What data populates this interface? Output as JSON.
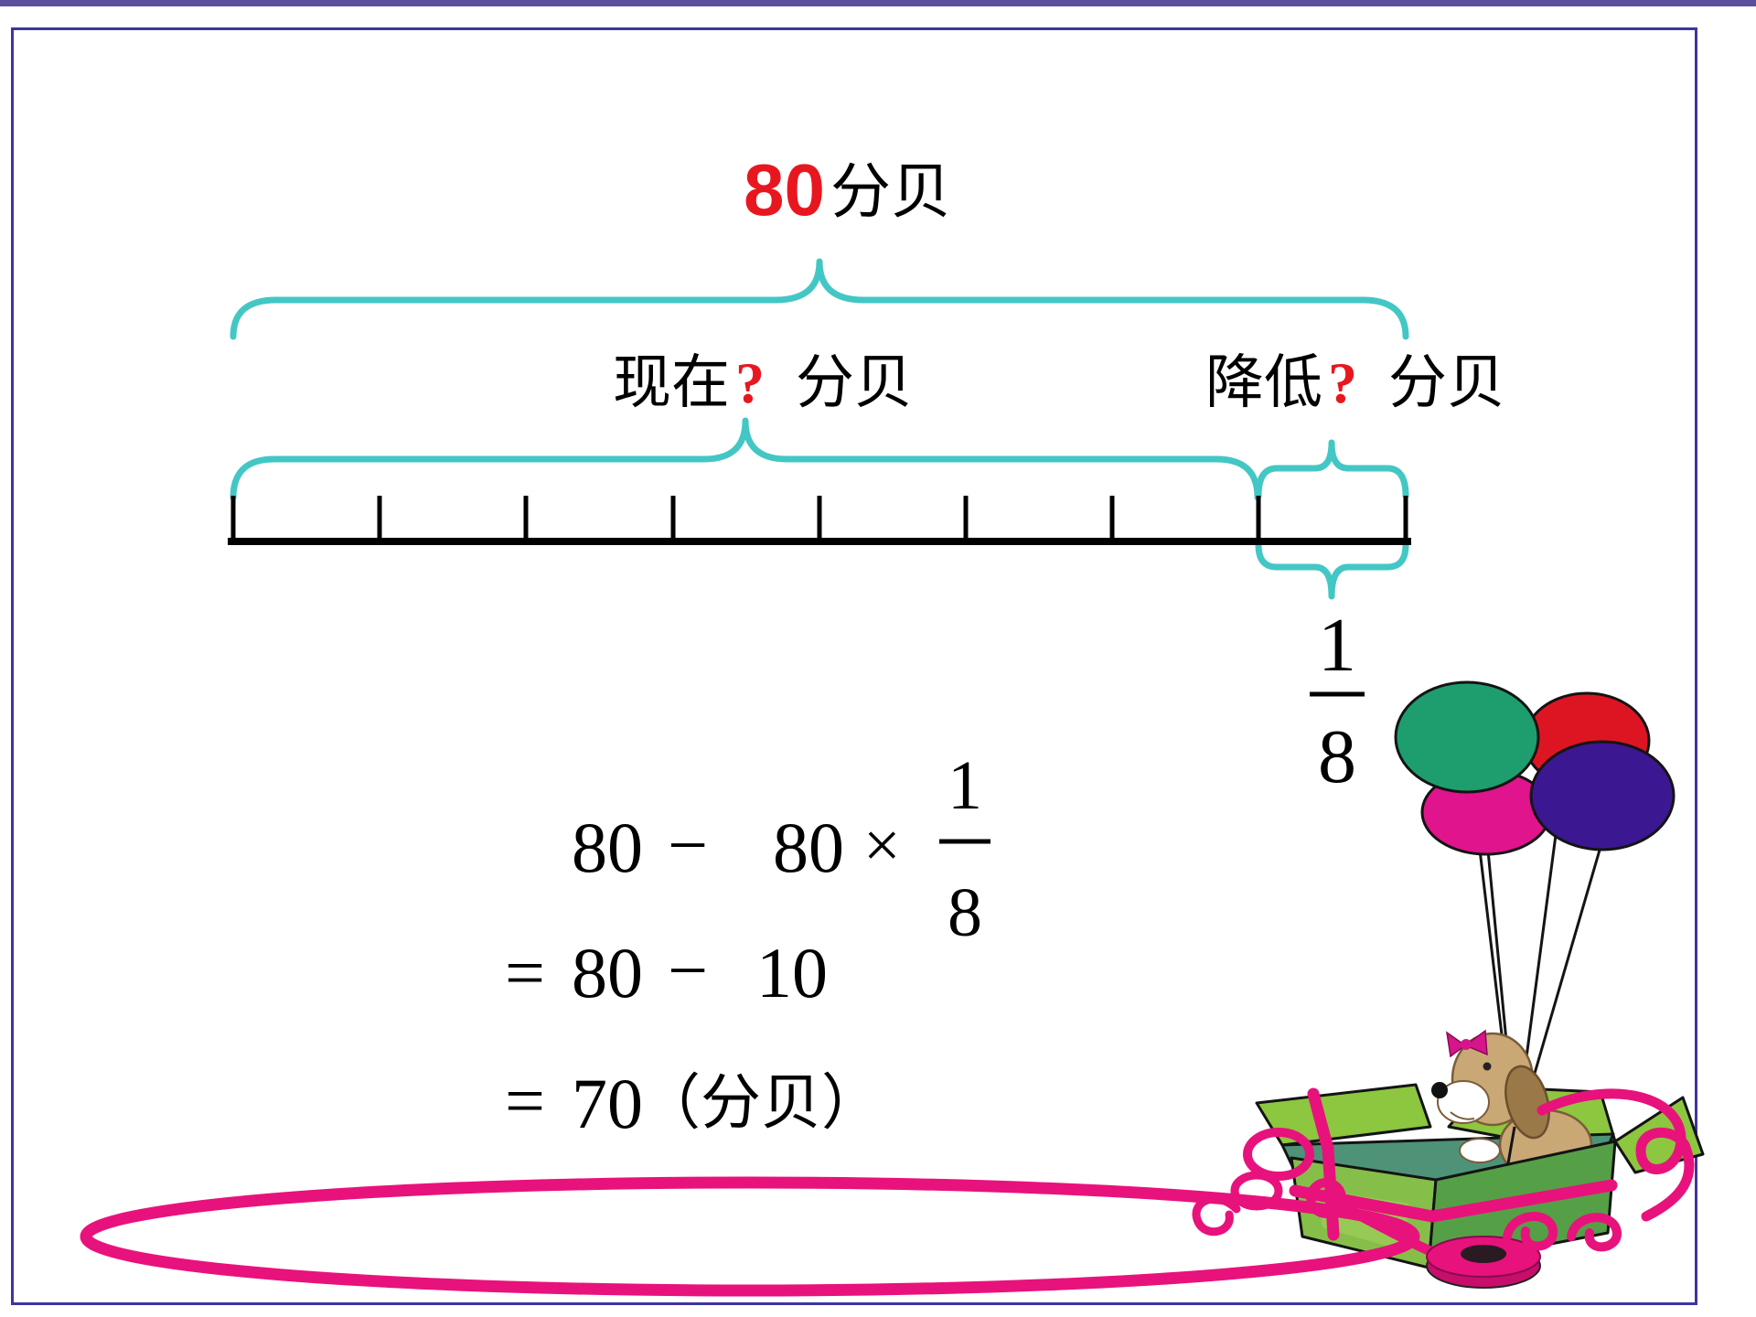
{
  "colors": {
    "accent_red": "#E8171F",
    "brace_cyan": "#43C7C5",
    "ribbon_pink": "#E8127C",
    "balloon_green": "#1E9E6E",
    "balloon_red": "#DD1522",
    "balloon_purple": "#3B1792",
    "balloon_pink": "#E0148C",
    "box_flap": "#8DC63F",
    "box_front": "#86BE4A",
    "box_side": "#55A046",
    "box_inner": "#4E9377",
    "dog_tan": "#C9A876",
    "border_purple": "#3D35A0",
    "top_strip": "#5B4FA0"
  },
  "top_label": {
    "value": "80",
    "unit": "分贝"
  },
  "bar_model": {
    "segments": 8,
    "now_label": {
      "text": "现在",
      "q": "?",
      "unit": "分贝"
    },
    "reduce_label": {
      "text": "降低",
      "q": "?",
      "unit": "分贝"
    },
    "fraction": {
      "num": "1",
      "den": "8"
    }
  },
  "equations": {
    "line1": {
      "t1": "80",
      "op1": "−",
      "t2": "80",
      "op2": "×",
      "num": "1",
      "den": "8"
    },
    "line2": {
      "eq": "=",
      "t1": "80",
      "op": "−",
      "t2": "10"
    },
    "line3": {
      "eq": "=",
      "result": "70",
      "unit": "（分贝）"
    }
  },
  "clipart": {
    "balloons": [
      "green",
      "red",
      "purple",
      "pink"
    ],
    "items": [
      "balloon-bouquet",
      "puppy-in-gift-box",
      "pink-ribbon-spool",
      "pink-ribbon-loop"
    ]
  }
}
